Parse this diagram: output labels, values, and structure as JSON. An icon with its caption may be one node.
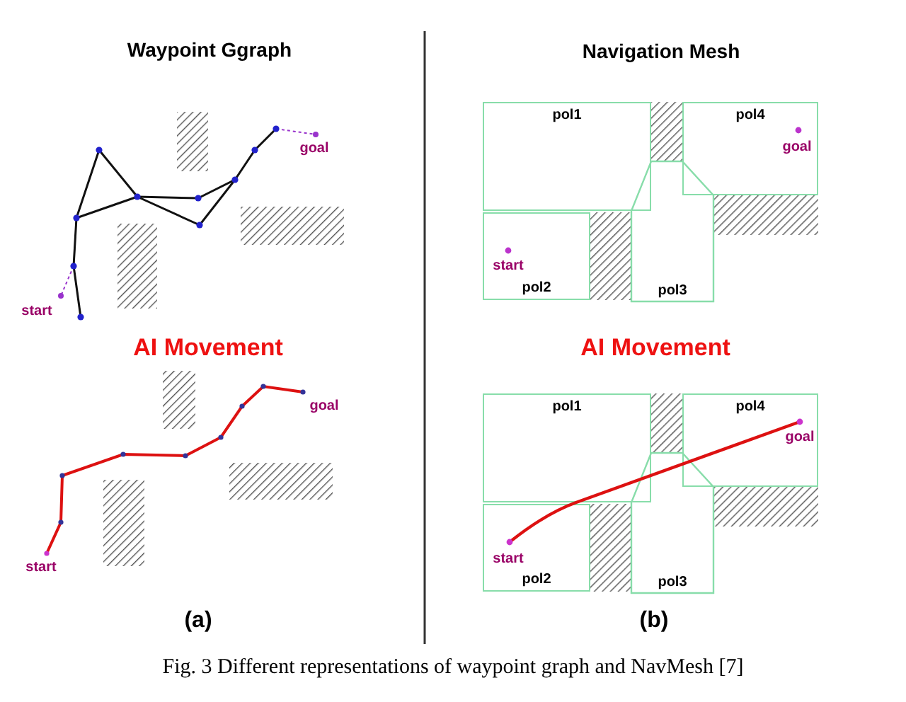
{
  "diagram": {
    "caption": "Fig. 3 Different representations of waypoint graph and NavMesh [7]",
    "nodes": [
      {
        "text": [
          "pol1"
        ]
      },
      {
        "text": [
          "pol4"
        ]
      },
      {
        "text": [
          "pol2"
        ]
      },
      {
        "text": [
          "pol3"
        ]
      },
      {
        "text": [
          "pol1"
        ]
      },
      {
        "text": [
          "pol4"
        ]
      },
      {
        "text": [
          "pol2"
        ]
      },
      {
        "text": [
          "pol3"
        ]
      }
    ],
    "edges": [],
    "labels": [
      "Waypoint Ggraph",
      "Navigation Mesh",
      "goal",
      "start",
      "goal",
      "start",
      "AI Movement",
      "AI Movement",
      "goal",
      "start",
      "goal",
      "start",
      "(a)",
      "(b)"
    ]
  }
}
